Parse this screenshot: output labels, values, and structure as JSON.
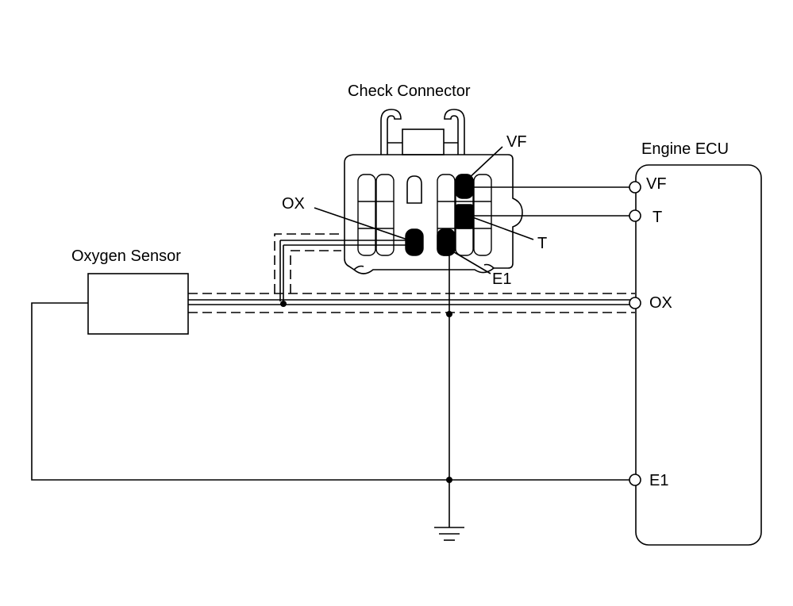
{
  "labels": {
    "check_connector": "Check Connector",
    "engine_ecu": "Engine ECU",
    "oxygen_sensor": "Oxygen Sensor",
    "callout_vf": "VF",
    "callout_ox": "OX",
    "callout_t": "T",
    "callout_e1": "E1"
  },
  "ecu_terminals": {
    "vf": "VF",
    "t": "T",
    "ox": "OX",
    "e1": "E1"
  },
  "colors": {
    "line": "#000000",
    "background": "#ffffff"
  }
}
